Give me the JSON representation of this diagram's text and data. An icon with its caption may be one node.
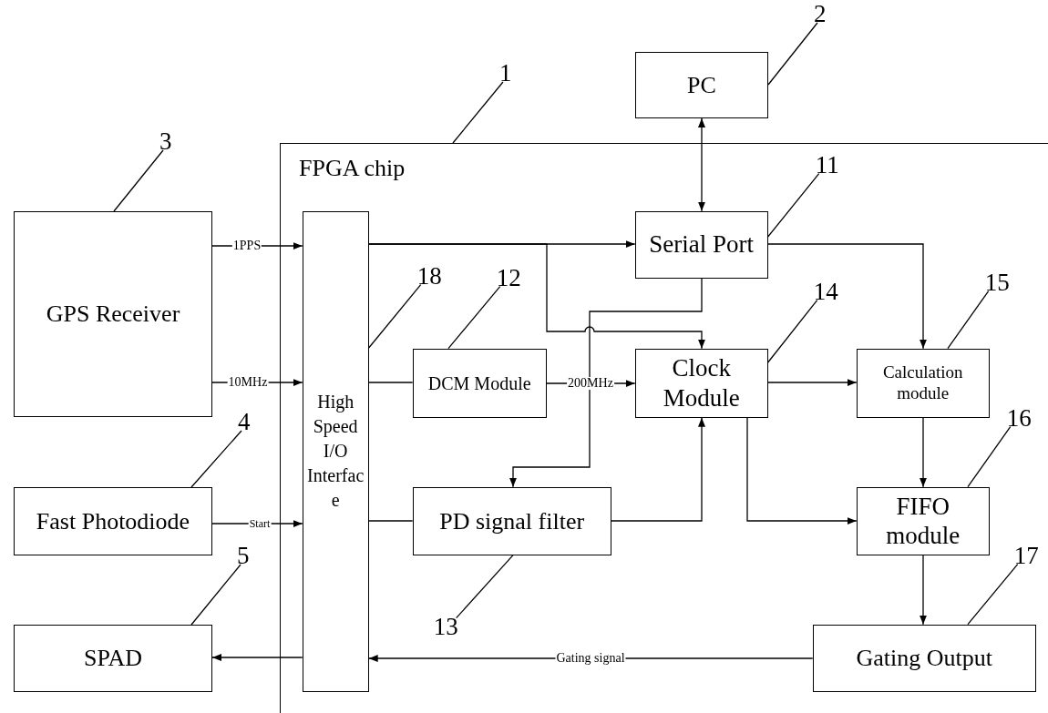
{
  "diagram": {
    "nodes": [
      {
        "text": [
          "FPGA chip"
        ]
      },
      {
        "text": [
          "PC"
        ]
      },
      {
        "text": [
          "GPS Receiver"
        ]
      },
      {
        "text": [
          "Fast Photodiode"
        ]
      },
      {
        "text": [
          "SPAD"
        ]
      },
      {
        "text": [
          "High Speed I/O Interface"
        ],
        "in": 0
      },
      {
        "text": [
          "Serial Port"
        ],
        "in": 0
      },
      {
        "text": [
          "DCM Module"
        ],
        "in": 0
      },
      {
        "text": [
          "Clock Module"
        ],
        "in": 0
      },
      {
        "text": [
          "Calculation module"
        ],
        "in": 0
      },
      {
        "text": [
          "PD signal filter"
        ],
        "in": 0
      },
      {
        "text": [
          "FIFO module"
        ],
        "in": 0
      },
      {
        "text": [
          "Gating Output"
        ],
        "in": 0
      },
      {
        "text": [
          "1"
        ]
      },
      {
        "text": [
          "2"
        ]
      },
      {
        "text": [
          "3"
        ]
      },
      {
        "text": [
          "4"
        ]
      },
      {
        "text": [
          "5"
        ]
      },
      {
        "text": [
          "11"
        ],
        "in": 0
      },
      {
        "text": [
          "12"
        ],
        "in": 0
      },
      {
        "text": [
          "13"
        ],
        "in": 0
      },
      {
        "text": [
          "14"
        ],
        "in": 0
      },
      {
        "text": [
          "15"
        ],
        "in": 0
      },
      {
        "text": [
          "16"
        ],
        "in": 0
      },
      {
        "text": [
          "17"
        ],
        "in": 0
      },
      {
        "text": [
          "18"
        ],
        "in": 0
      }
    ],
    "edges": [
      {
        "from": 1,
        "to": 6,
        "arrow": "both"
      },
      {
        "from": 2,
        "to": 5,
        "arrow": "to",
        "label": "1PPS"
      },
      {
        "from": 2,
        "to": 5,
        "arrow": "to",
        "label": "10MHz"
      },
      {
        "from": 3,
        "to": 5,
        "arrow": "to",
        "label": "Start"
      },
      {
        "from": 5,
        "to": 4,
        "arrow": "to"
      },
      {
        "from": 5,
        "to": 6,
        "arrow": "to"
      },
      {
        "from": 5,
        "to": 8,
        "arrow": "to"
      },
      {
        "from": 5,
        "to": 7,
        "arrow": "none"
      },
      {
        "from": 7,
        "to": 8,
        "arrow": "to",
        "label": "200MHz"
      },
      {
        "from": 6,
        "to": 10,
        "arrow": "to"
      },
      {
        "from": 5,
        "to": 10,
        "arrow": "none"
      },
      {
        "from": 10,
        "to": 8,
        "arrow": "to"
      },
      {
        "from": 6,
        "to": 9,
        "arrow": "to"
      },
      {
        "from": 8,
        "to": 9,
        "arrow": "to"
      },
      {
        "from": 8,
        "to": 11,
        "arrow": "to"
      },
      {
        "from": 9,
        "to": 11,
        "arrow": "to"
      },
      {
        "from": 11,
        "to": 12,
        "arrow": "to"
      },
      {
        "from": 12,
        "to": 5,
        "arrow": "to",
        "label": "Gating signal"
      },
      {
        "from": 13,
        "to": 0,
        "arrow": "none"
      },
      {
        "from": 14,
        "to": 1,
        "arrow": "none"
      },
      {
        "from": 15,
        "to": 2,
        "arrow": "none"
      },
      {
        "from": 16,
        "to": 3,
        "arrow": "none"
      },
      {
        "from": 17,
        "to": 4,
        "arrow": "none"
      },
      {
        "from": 18,
        "to": 6,
        "arrow": "none"
      },
      {
        "from": 19,
        "to": 7,
        "arrow": "none"
      },
      {
        "from": 20,
        "to": 10,
        "arrow": "none"
      },
      {
        "from": 21,
        "to": 8,
        "arrow": "none"
      },
      {
        "from": 22,
        "to": 9,
        "arrow": "none"
      },
      {
        "from": 23,
        "to": 11,
        "arrow": "none"
      },
      {
        "from": 24,
        "to": 12,
        "arrow": "none"
      },
      {
        "from": 25,
        "to": 5,
        "arrow": "none"
      }
    ]
  }
}
